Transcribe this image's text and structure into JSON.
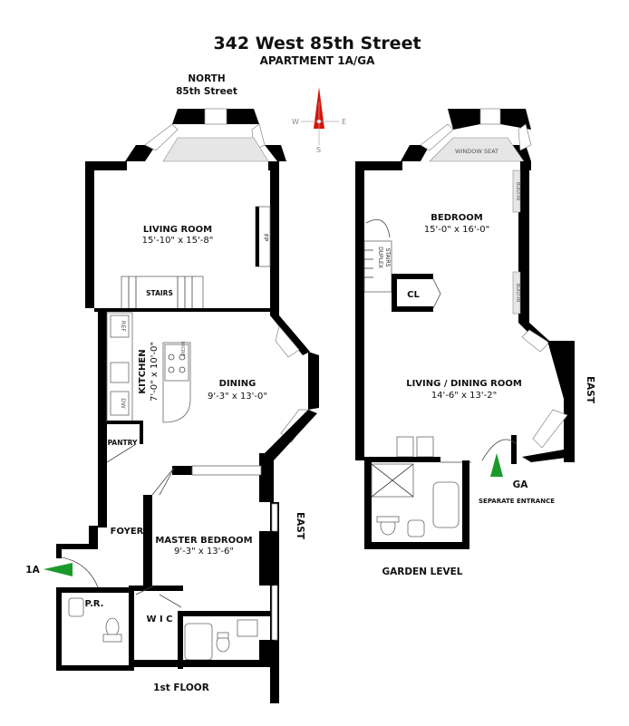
{
  "header": {
    "title": "342 West 85th Street",
    "subtitle": "APARTMENT 1A/GA"
  },
  "north_label": {
    "line1": "NORTH",
    "line2": "85th Street"
  },
  "compass": {
    "w": "W",
    "e": "E",
    "s": "S",
    "needle_color": "#d8140c"
  },
  "first_floor": {
    "level_label": "1st FLOOR",
    "east_label": "EAST",
    "entry_label": "1A",
    "entry_arrow_color": "#1a9a2a",
    "rooms": {
      "living_name": "LIVING ROOM",
      "living_dim": "15'-10\" x 15'-8\"",
      "fp": "FP",
      "stairs": "STAIRS",
      "kitchen_name": "KITCHEN",
      "kitchen_dim": "7'-0\" x 10'-0\"",
      "dining_name": "DINING",
      "dining_dim": "9'-3\" x 13'-0\"",
      "pantry": "PANTRY",
      "foyer": "FOYER",
      "master_name": "MASTER BEDROOM",
      "master_dim": "9'-3\" x 13'-6\"",
      "pr": "P.R.",
      "wic": "W I C",
      "ref": "REF",
      "dw": "DW",
      "micro": "MICRO"
    }
  },
  "garden_level": {
    "level_label": "GARDEN LEVEL",
    "east_label": "EAST",
    "entry_label": "GA",
    "separate_entrance": "SEPARATE ENTRANCE",
    "entry_arrow_color": "#1a9a2a",
    "rooms": {
      "window_seat": "WINDOW SEAT",
      "bedroom_name": "BEDROOM",
      "bedroom_dim": "15'-0\" x 16'-0\"",
      "duplex": "DUPLEX",
      "stairs": "STAIRS",
      "built_in_1": "BUILT-IN",
      "built_in_2": "BUILT-IN",
      "cl": "CL",
      "living_name": "LIVING / DINING ROOM",
      "living_dim": "14'-6\" x 13'-2\""
    }
  }
}
